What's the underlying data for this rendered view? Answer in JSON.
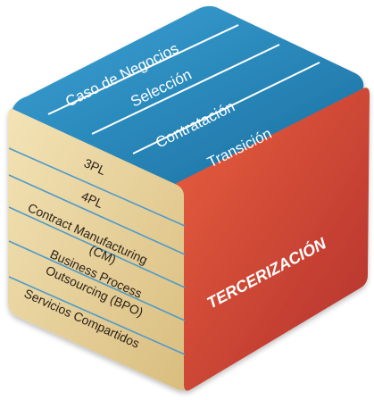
{
  "cube": {
    "top_face": {
      "items": [
        {
          "label": "Caso de Negocios"
        },
        {
          "label": "Selección"
        },
        {
          "label": "Contratación"
        },
        {
          "label": "Transición"
        }
      ]
    },
    "left_face": {
      "items": [
        {
          "label": "3PL"
        },
        {
          "label": "4PL"
        },
        {
          "label": "Contract Manufacturing"
        },
        {
          "label": "(CM)"
        },
        {
          "label": "Business Process"
        },
        {
          "label": "Outsourcing (BPO)"
        },
        {
          "label": "Servicios Compartidos"
        }
      ]
    },
    "right_face": {
      "title": "TERCERIZACIÓN"
    },
    "colors": {
      "top": "#2a8fc2",
      "top_dark": "#1c6ea0",
      "left": "#e9d6a4",
      "left_dark": "#d9bf82",
      "right": "#e0533a",
      "right_dark": "#a92e2a",
      "divider": "#ffffff",
      "left_divider": "#4f9bc9",
      "text_light": "#ffffff",
      "text_dark": "#2b2118"
    }
  }
}
